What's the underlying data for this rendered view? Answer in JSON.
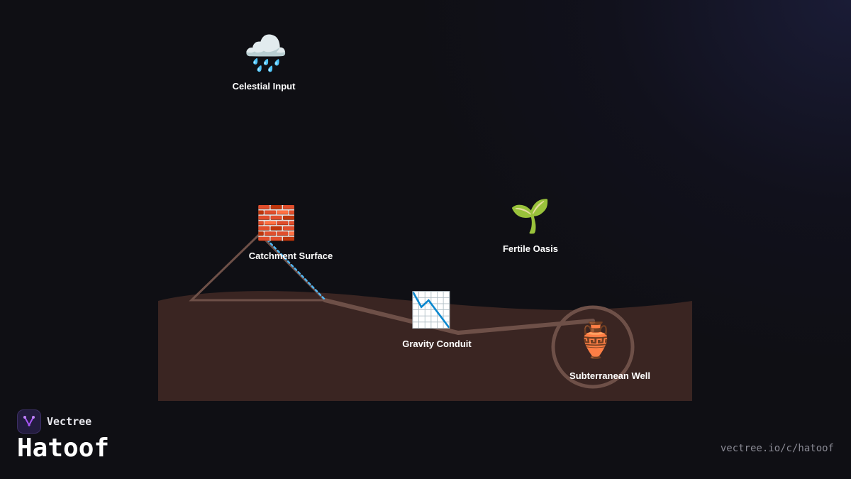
{
  "brand": {
    "name": "Vectree",
    "logo_icon": "vectree-fork-icon",
    "accent_color": "#a855f7"
  },
  "page": {
    "title": "Hatoof",
    "url": "vectree.io/c/hatoof"
  },
  "nodes": {
    "celestial_input": {
      "label": "Celestial Input",
      "icon": "🌧️",
      "icon_name": "rain-cloud-icon"
    },
    "catchment_surface": {
      "label": "Catchment Surface",
      "icon": "🧱",
      "icon_name": "brick-wall-icon"
    },
    "fertile_oasis": {
      "label": "Fertile Oasis",
      "icon": "🌱",
      "icon_name": "seedling-icon"
    },
    "gravity_conduit": {
      "label": "Gravity Conduit",
      "icon": "📉",
      "icon_name": "chart-decreasing-icon"
    },
    "subterranean_well": {
      "label": "Subterranean Well",
      "icon": "🏺",
      "icon_name": "amphora-icon"
    }
  },
  "colors": {
    "ground": "#3a2522",
    "channel": "#6e5048",
    "flow": "#4fb7f5"
  }
}
